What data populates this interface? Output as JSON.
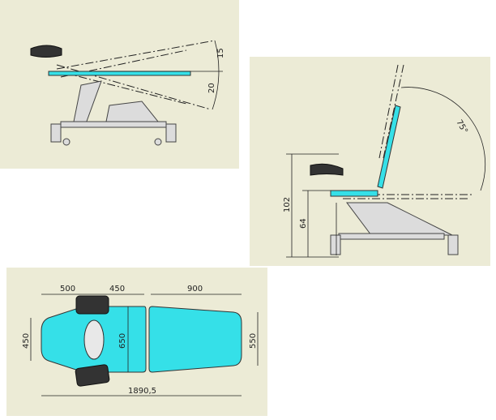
{
  "tilt_view": {
    "angle_up_label": "15",
    "angle_down_label": "20"
  },
  "chair_view": {
    "backrest_angle_label": "75°",
    "height_max_label": "102",
    "height_min_label": "64"
  },
  "top_view": {
    "head_length_label": "500",
    "seat_length_label": "450",
    "leg_length_label": "900",
    "head_width_label": "450",
    "seat_width_label": "650",
    "leg_width_label": "550",
    "total_length_label": "1890,5"
  },
  "colors": {
    "background": "#ecebd6",
    "upholstery": "#35e0e8"
  }
}
